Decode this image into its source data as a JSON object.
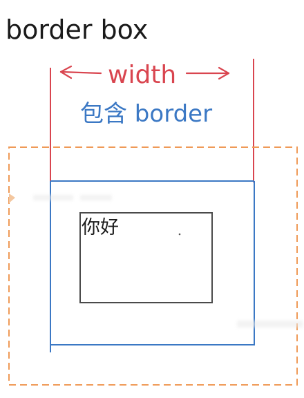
{
  "diagram": {
    "title": "border box",
    "width_label": "width",
    "border_note": "包含 border",
    "content_text": "你好"
  },
  "colors": {
    "ink": "#1a1a1a",
    "width_red": "#d9454f",
    "border_blue": "#3b78c4",
    "margin_orange": "#ef9a57",
    "inner_gray": "#4a4a4a",
    "smudge": "#e9e9e9"
  }
}
